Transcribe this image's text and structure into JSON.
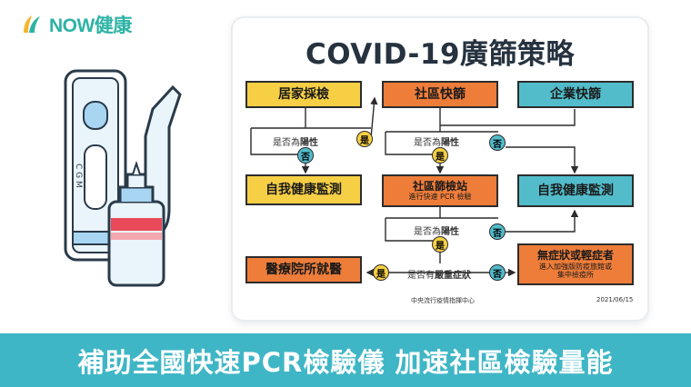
{
  "logo": {
    "text": "NOW健康",
    "icon": "leaf-logo-icon"
  },
  "infographic": {
    "title": "COVID-19廣篩策略",
    "boxes": {
      "home_test": "居家採檢",
      "community_rapid": "社區快篩",
      "enterprise_rapid": "企業快篩",
      "self_monitor_left": "自我健康監測",
      "station_title": "社區篩檢站",
      "station_sub": "進行快速 PCR 檢驗",
      "self_monitor_right": "自我健康監測",
      "hospital": "醫療院所就醫",
      "mild_title": "無症狀或輕症者",
      "mild_sub1": "進入加強版防疫旅館或",
      "mild_sub2": "集中檢疫所"
    },
    "questions": {
      "q1_prefix": "是否為",
      "q1_bold": "陽性",
      "q2_prefix": "是否為",
      "q2_bold": "陽性",
      "q3_prefix": "是否為",
      "q3_bold": "陽性",
      "q4_prefix": "是否有",
      "q4_bold": "嚴重症狀"
    },
    "markers": {
      "yes1": "是",
      "no1": "否",
      "no2": "否",
      "yes2": "是",
      "no3": "否",
      "yes3": "是",
      "yes4": "是",
      "no4": "否"
    },
    "source": "中央流行疫情指揮中心",
    "date": "2021/06/15"
  },
  "banner": {
    "text": "補助全國快速PCR檢驗儀 加速社區檢驗量能"
  },
  "colors": {
    "yellow": "#f6cf45",
    "orange": "#ee7d3a",
    "teal": "#52bccb",
    "banner": "#3fb6c6"
  }
}
